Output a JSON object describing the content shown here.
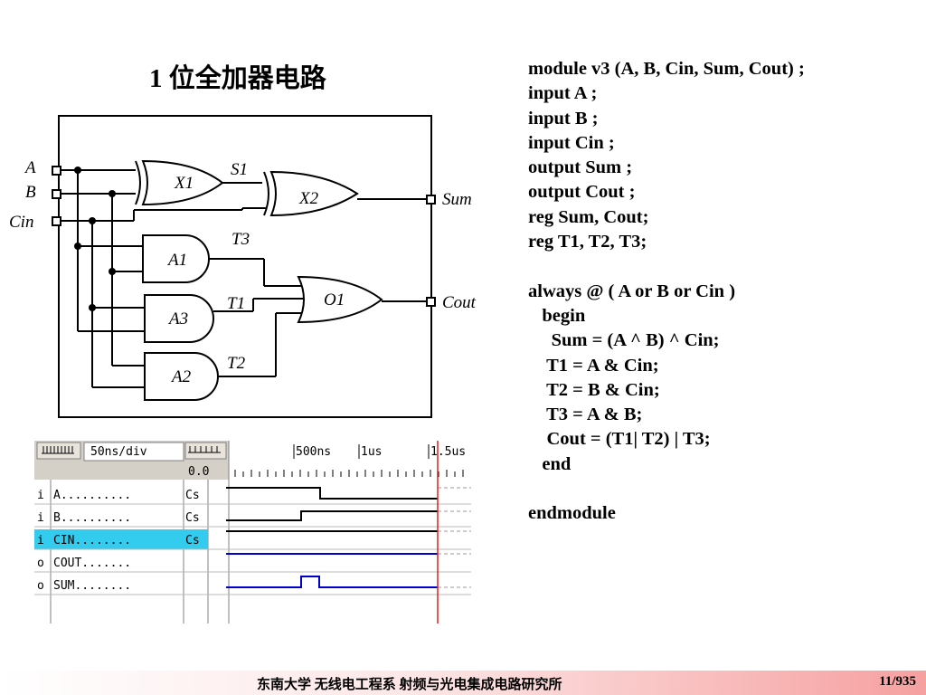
{
  "slide": {
    "title": "1 位全加器电路",
    "code_lines": [
      "module v3 (A, B, Cin, Sum, Cout) ;",
      "input A ;",
      "input B ;",
      "input Cin ;",
      "output Sum ;",
      "output Cout ;",
      "reg Sum, Cout;",
      "reg T1, T2, T3;",
      "",
      "always @ ( A or B or Cin )",
      "   begin",
      "     Sum = (A ^ B) ^ Cin;",
      "    T1 = A & Cin;",
      "    T2 = B & Cin;",
      "    T3 = A & B;",
      "    Cout = (T1| T2) | T3;",
      "   end",
      "",
      "endmodule"
    ]
  },
  "circuit": {
    "inputs": [
      "A",
      "B",
      "Cin"
    ],
    "outputs": [
      "Sum",
      "Cout"
    ],
    "gates": [
      "X1",
      "X2",
      "A1",
      "A3",
      "A2",
      "O1"
    ],
    "nets": [
      "S1",
      "T3",
      "T1",
      "T2"
    ]
  },
  "waveform": {
    "scale": "50ns/div",
    "cursor_value": "0.0",
    "ruler_labels": [
      "500ns",
      "1us",
      "1.5us"
    ],
    "signals": [
      {
        "dir": "i",
        "name": "A..........",
        "value": "Cs"
      },
      {
        "dir": "i",
        "name": "B..........",
        "value": "Cs"
      },
      {
        "dir": "i",
        "name": "CIN........",
        "value": "Cs"
      },
      {
        "dir": "o",
        "name": "COUT.......",
        "value": ""
      },
      {
        "dir": "o",
        "name": "SUM........",
        "value": ""
      }
    ],
    "highlight_color": "#33ccee",
    "output_color": "#0000cc",
    "cursor_color": "#dd2222"
  },
  "footer": {
    "organization": "东南大学  无线电工程系  射频与光电集成电路研究所",
    "page": "11/935"
  }
}
